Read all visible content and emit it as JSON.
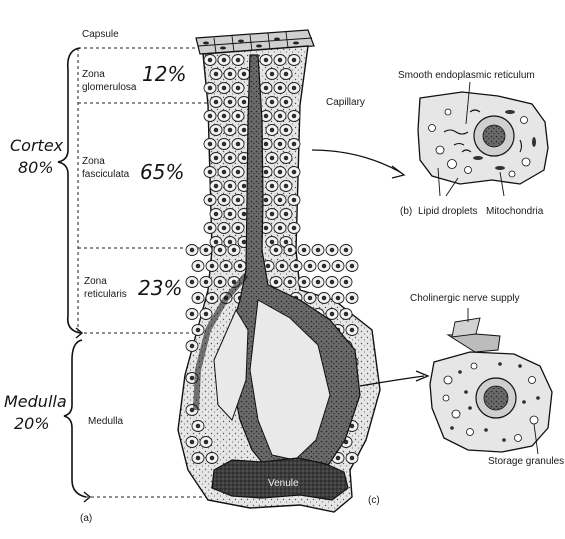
{
  "labels": {
    "capsule": "Capsule",
    "zona_glomerulosa_1": "Zona",
    "zona_glomerulosa_2": "glomerulosa",
    "zona_fasciculata_1": "Zona",
    "zona_fasciculata_2": "fasciculata",
    "zona_reticularis_1": "Zona",
    "zona_reticularis_2": "reticularis",
    "medulla": "Medulla",
    "capillary": "Capillary",
    "venule": "Venule",
    "panel_a": "(a)",
    "panel_b": "(b)",
    "panel_c": "(c)",
    "smooth_er": "Smooth endoplasmic reticulum",
    "lipid_droplets": "Lipid droplets",
    "mitochondria": "Mitochondria",
    "cholinergic": "Cholinergic nerve supply",
    "storage_granules": "Storage granules"
  },
  "handwritten": {
    "glomerulosa_pct": "12%",
    "fasciculata_pct": "65%",
    "reticularis_pct": "23%",
    "cortex_label": "Cortex",
    "cortex_pct": "80%",
    "medulla_label": "Medulla",
    "medulla_pct": "20%"
  },
  "colors": {
    "ink": "#1a1a1a",
    "tissue_fill": "#d9d9d9",
    "dark_fill": "#5a5a5a",
    "paper": "#ffffff"
  }
}
